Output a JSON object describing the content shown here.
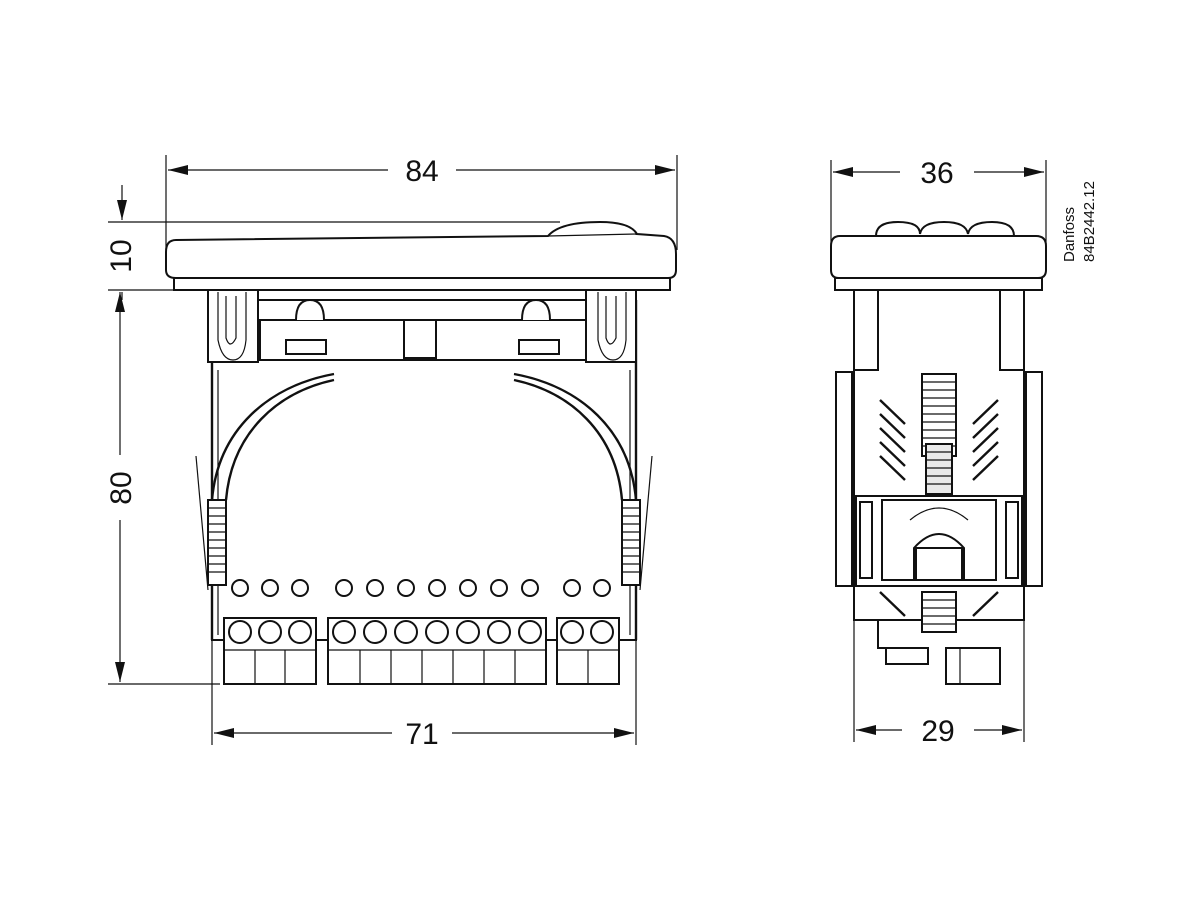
{
  "front_view": {
    "width_total": "84",
    "bezel_height": "10",
    "body_height": "80",
    "body_width": "71"
  },
  "side_view": {
    "depth_total": "36",
    "depth_body": "29"
  },
  "drawing_tag": {
    "brand": "Danfoss",
    "code": "84B2442.12"
  }
}
